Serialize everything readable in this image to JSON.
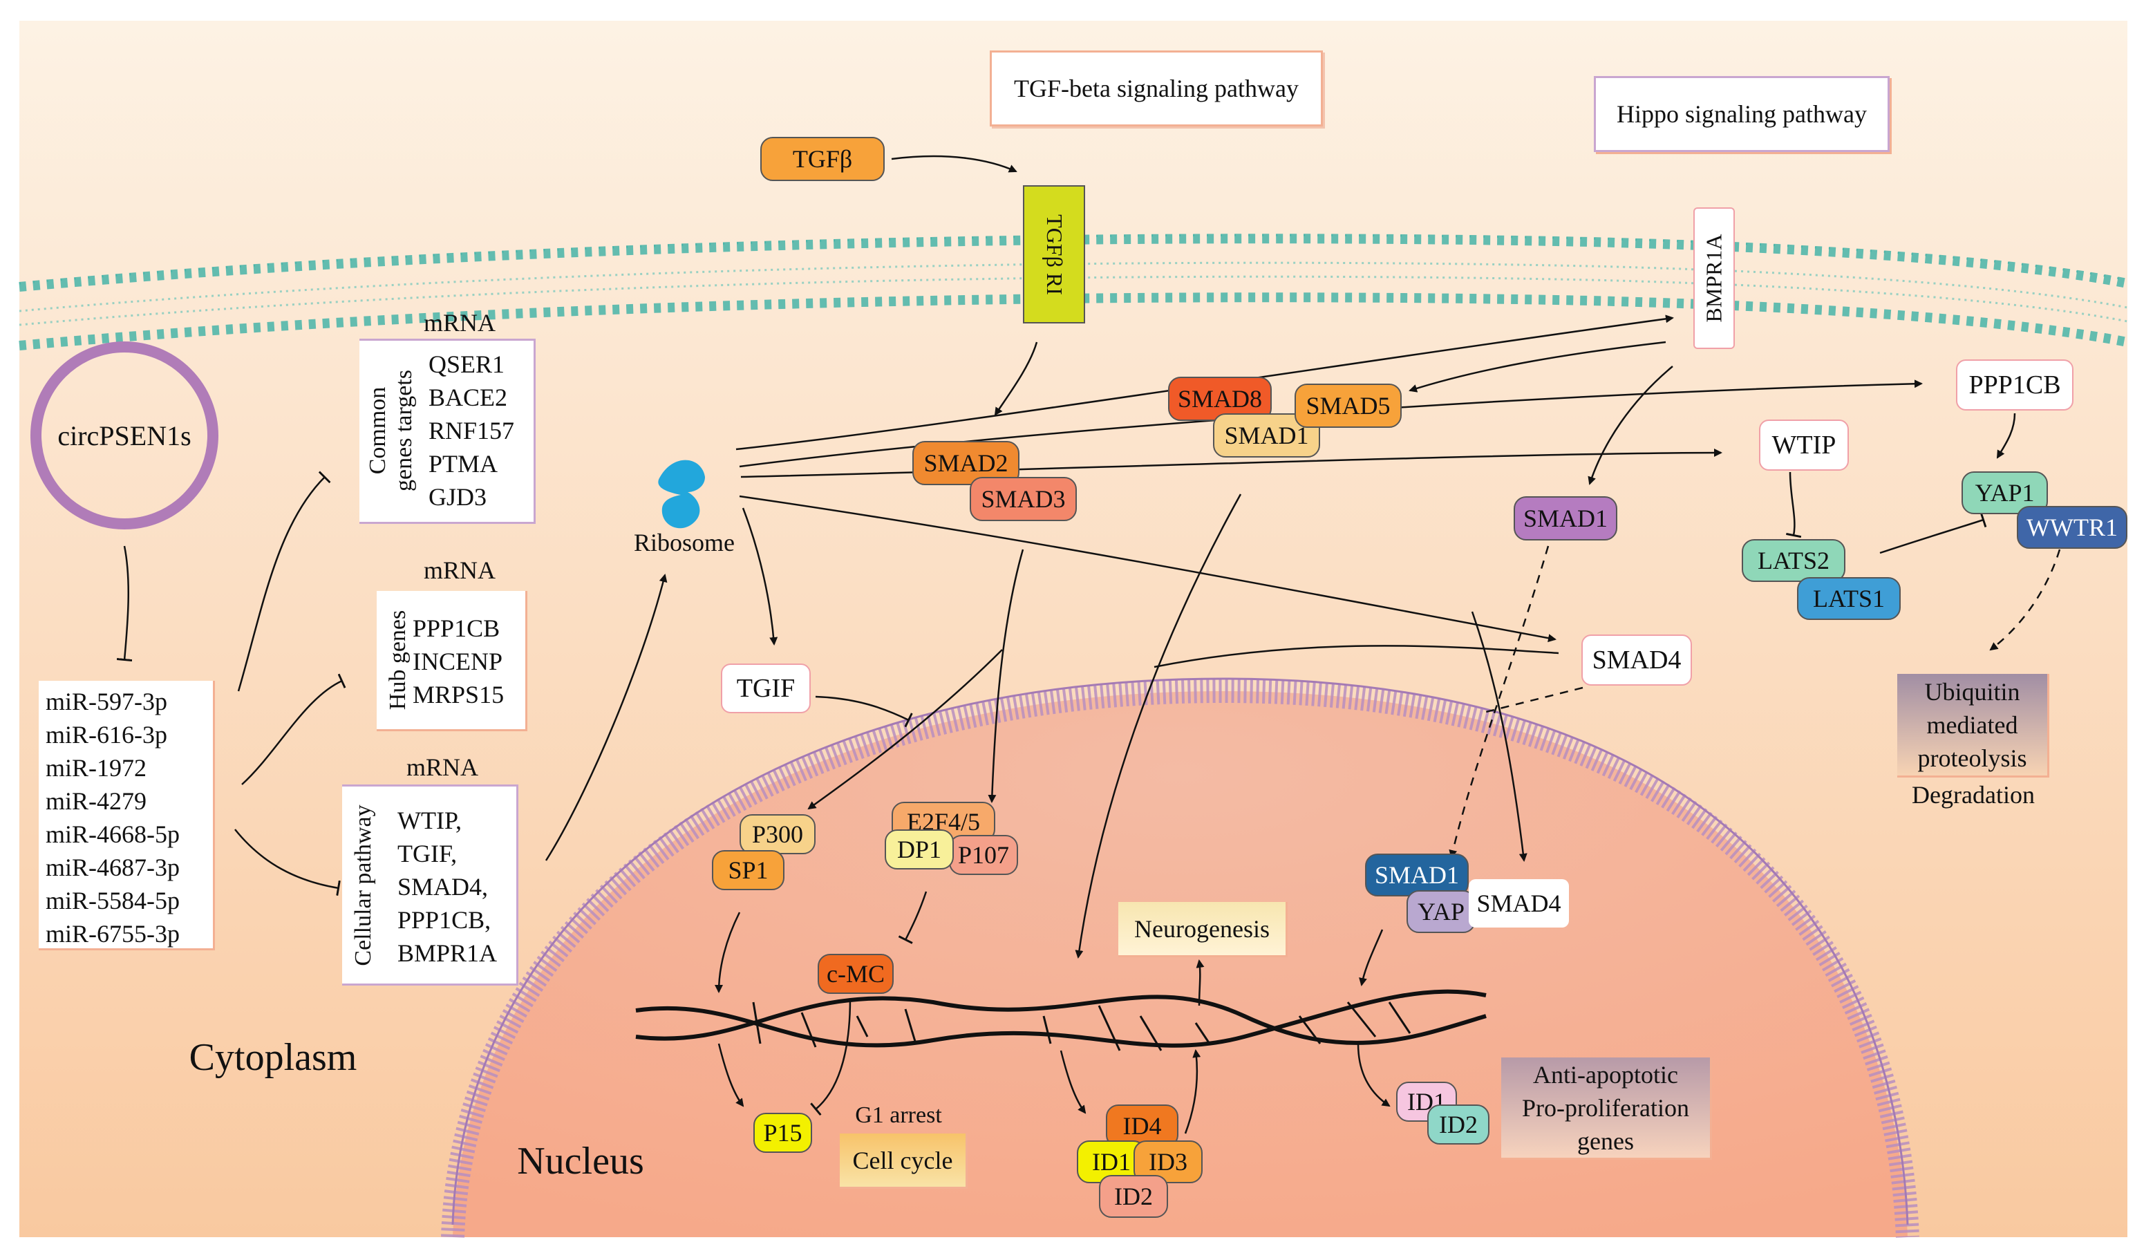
{
  "titles": {
    "tgf": "TGF-beta signaling pathway",
    "hippo": "Hippo signaling pathway"
  },
  "regions": {
    "cytoplasm": "Cytoplasm",
    "nucleus": "Nucleus"
  },
  "circ": {
    "label": "circPSEN1s"
  },
  "mirnas": [
    "miR-597-3p",
    "miR-616-3p",
    "miR-1972",
    "miR-4279",
    "miR-4668-5p",
    "miR-4687-3p",
    "miR-5584-5p",
    "miR-6755-3p"
  ],
  "mrna_groups": [
    {
      "header": "mRNA",
      "side": "Common\ngenes targets",
      "genes": [
        "QSER1",
        "BACE2",
        "RNF157",
        "PTMA",
        "GJD3"
      ]
    },
    {
      "header": "mRNA",
      "side": "Hub genes",
      "genes": [
        "PPP1CB",
        "INCENP",
        "MRPS15"
      ]
    },
    {
      "header": "mRNA",
      "side": "Cellular pathway",
      "genes": [
        "WTIP,",
        "TGIF,",
        "SMAD4,",
        "PPP1CB,",
        "BMPR1A"
      ]
    }
  ],
  "ribosome": "Ribosome",
  "proteins": {
    "tgfb": "TGFβ",
    "tgfbr1": "TGFβ RI",
    "bmpr1a": "BMPR1A",
    "smad8": "SMAD8",
    "smad5": "SMAD5",
    "smad1_top": "SMAD1",
    "smad2": "SMAD2",
    "smad3": "SMAD3",
    "ppp1cb": "PPP1CB",
    "wtip": "WTIP",
    "smad1_mid": "SMAD1",
    "yap1": "YAP1",
    "wwtr1": "WWTR1",
    "lats2": "LATS2",
    "lats1": "LATS1",
    "smad4": "SMAD4",
    "tgif": "TGIF",
    "p300": "P300",
    "sp1": "SP1",
    "e2f45": "E2F4/5",
    "dp1": "DP1",
    "p107": "P107",
    "cmc": "c-MC",
    "smad1_nuc": "SMAD1",
    "yap": "YAP",
    "smad4_nuc": "SMAD4",
    "p15": "P15",
    "id4": "ID4",
    "id1": "ID1",
    "id3": "ID3",
    "id2": "ID2",
    "id1b": "ID1",
    "id2b": "ID2"
  },
  "labels": {
    "ubiquitin": "Ubiquitin\nmediated\nproteolysis",
    "degradation": "Degradation",
    "neurogenesis": "Neurogenesis",
    "g1": "G1 arrest",
    "cellcycle": "Cell cycle",
    "antiapop": "Anti-apoptotic\nPro-proliferation\ngenes"
  },
  "colors": {
    "cytoplasm_top": "#fdf2e4",
    "cytoplasm_bottom": "#f9c9a0",
    "nucleus": "#f6a98a",
    "membrane": "#48b4a8",
    "smad8": "#f05a28",
    "smad5": "#f7a23a",
    "smad1": "#f7d28a",
    "smad2": "#f08a30",
    "smad3": "#f3876a",
    "yap1": "#8fd7b8",
    "wwtr1": "#3f66a8",
    "lats2": "#8fd7b8",
    "lats1": "#3f9ed6",
    "smad1_purple": "#b57cc0",
    "tgfbr1": "#d4dc1e",
    "tgfb": "#f7a23a"
  }
}
